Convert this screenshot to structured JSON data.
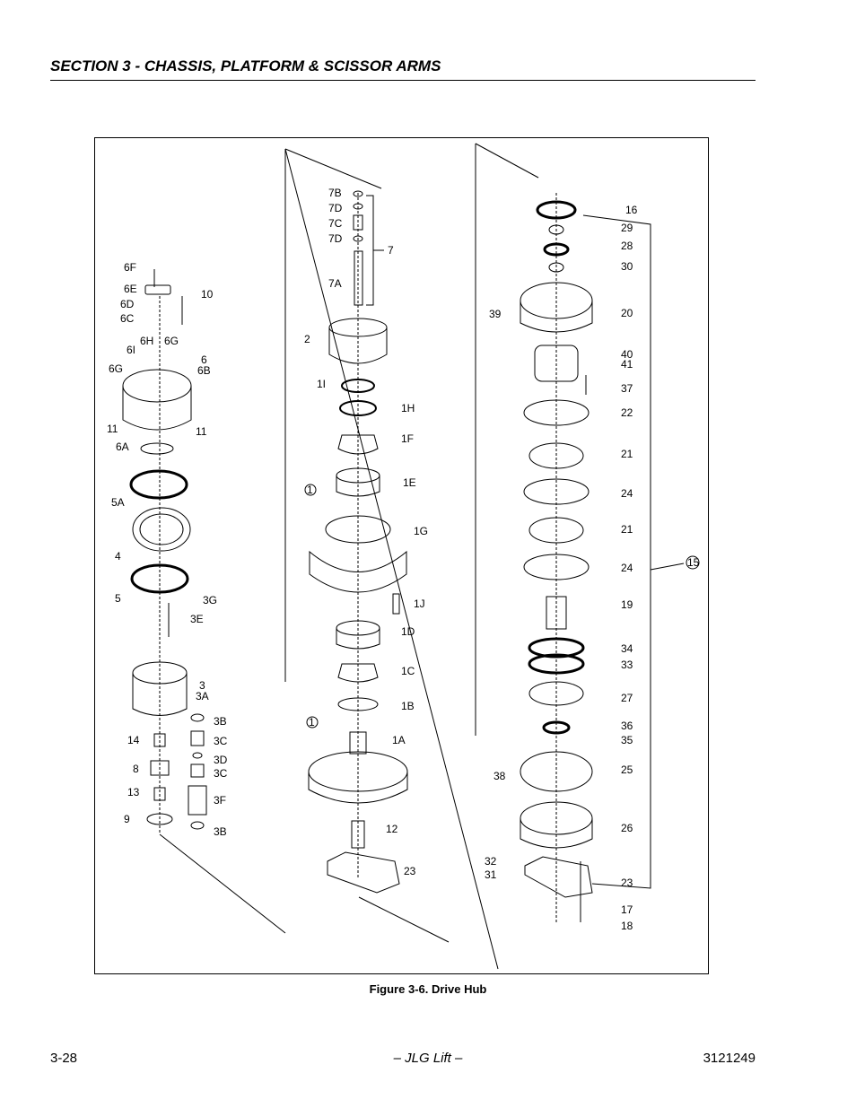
{
  "header": {
    "section_title": "SECTION 3 - CHASSIS, PLATFORM & SCISSOR ARMS"
  },
  "figure": {
    "caption": "Figure 3-6.  Drive Hub",
    "callouts": {
      "left": [
        "6F",
        "6E",
        "10",
        "6D",
        "6C",
        "6I",
        "6H",
        "6G",
        "6",
        "6B",
        "6G",
        "11",
        "11",
        "6A",
        "5A",
        "4",
        "5",
        "3G",
        "3E",
        "3",
        "3A",
        "3B",
        "14",
        "3C",
        "3D",
        "8",
        "3C",
        "13",
        "3F",
        "9",
        "3B"
      ],
      "middle": [
        "7B",
        "7D",
        "7C",
        "7D",
        "7",
        "7A",
        "2",
        "1I",
        "1H",
        "1F",
        "1",
        "1E",
        "1G",
        "1J",
        "1D",
        "1C",
        "1",
        "1B",
        "1A",
        "12",
        "23"
      ],
      "right": [
        "16",
        "29",
        "28",
        "30",
        "39",
        "20",
        "40",
        "41",
        "37",
        "22",
        "21",
        "24",
        "21",
        "15",
        "24",
        "19",
        "34",
        "33",
        "27",
        "36",
        "35",
        "25",
        "38",
        "26",
        "32",
        "31",
        "23",
        "17",
        "18"
      ]
    }
  },
  "footer": {
    "page_number": "3-28",
    "center": "– JLG Lift –",
    "doc_number": "3121249"
  }
}
